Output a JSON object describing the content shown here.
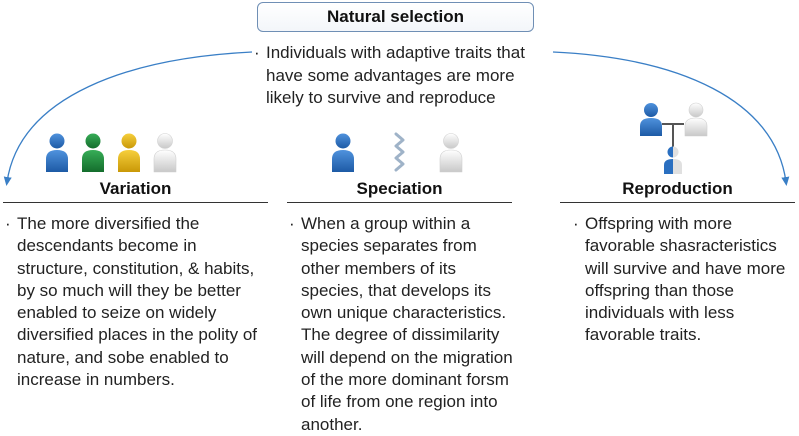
{
  "title": "Natural selection",
  "main_text": "Individuals with adaptive traits that have some advantages are more likely to survive and reproduce",
  "bullet": "·",
  "colors": {
    "arc": "#3a7fc6",
    "blue": "#2a6fc0",
    "green": "#1e8a3c",
    "yellow": "#e0b012",
    "white": "#e3e3e3",
    "box_border": "#6f8fb5"
  },
  "columns": [
    {
      "title": "Variation",
      "text": "The more diversified the descendants become in structure, constitution, & habits, by so much will they be better enabled to seize on widely diversified places in the polity of nature, and sobe enabled to increase in numbers."
    },
    {
      "title": "Speciation",
      "text": "When a group within a species separates from other members of its species, that develops its own unique characteristics. The degree of dissimilarity will depend on the migration of the more dominant forsm of life from one region into another."
    },
    {
      "title": "Reproduction",
      "text": "Offspring with more favorable shasracteristics will survive and have more offspring than those individuals with less favorable traits."
    }
  ],
  "icons": {
    "variation": [
      "person-blue-icon",
      "person-green-icon",
      "person-yellow-icon",
      "person-white-icon"
    ],
    "speciation": [
      "person-blue-icon",
      "zigzag-separator-icon",
      "person-white-icon"
    ],
    "reproduction": [
      "person-blue-icon",
      "person-white-icon",
      "person-child-icon",
      "family-tree-lines-icon"
    ]
  }
}
